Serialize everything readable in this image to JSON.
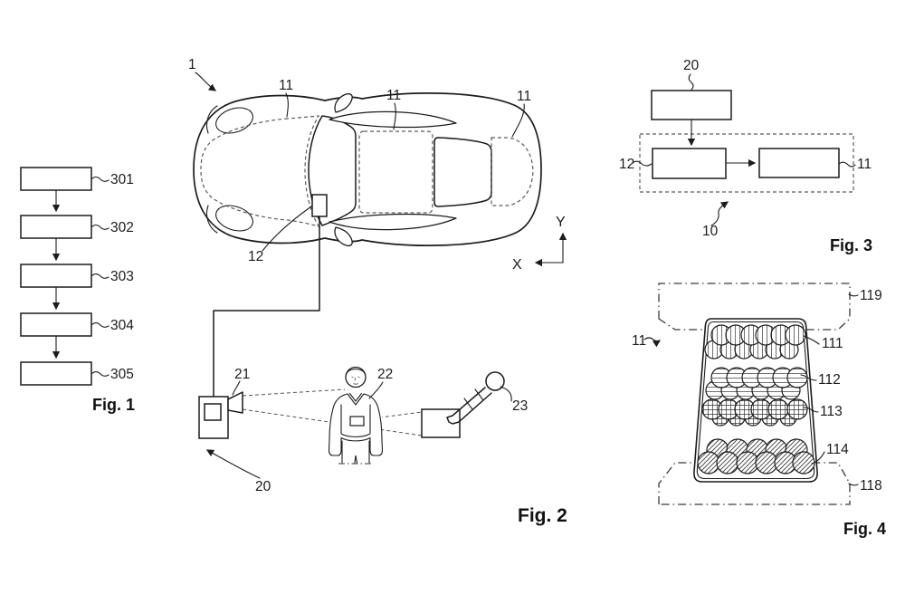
{
  "page": {
    "background": "#ffffff",
    "line_color": "#1c1c1c"
  },
  "fig1": {
    "caption": "Fig. 1",
    "type": "flowchart",
    "boxes": [
      {
        "label": "301"
      },
      {
        "label": "302"
      },
      {
        "label": "303"
      },
      {
        "label": "304"
      },
      {
        "label": "305"
      }
    ]
  },
  "fig2": {
    "caption": "Fig. 2",
    "vehicle_label": "1",
    "zone_labels": {
      "front": "11",
      "roof": "11",
      "rear": "11"
    },
    "display_device_label": "12",
    "camera_label": "20",
    "lens_label": "21",
    "person_label": "22",
    "key_label": "23",
    "axes": {
      "x": "X",
      "y": "Y"
    }
  },
  "fig3": {
    "caption": "Fig. 3",
    "top_box_label": "20",
    "left_box_label": "12",
    "right_box_label": "11",
    "group_label": "10"
  },
  "fig4": {
    "caption": "Fig. 4",
    "panel_label": "11",
    "row_labels": [
      "111",
      "112",
      "113",
      "114"
    ],
    "top_bracket_label": "119",
    "bottom_bracket_label": "118"
  }
}
